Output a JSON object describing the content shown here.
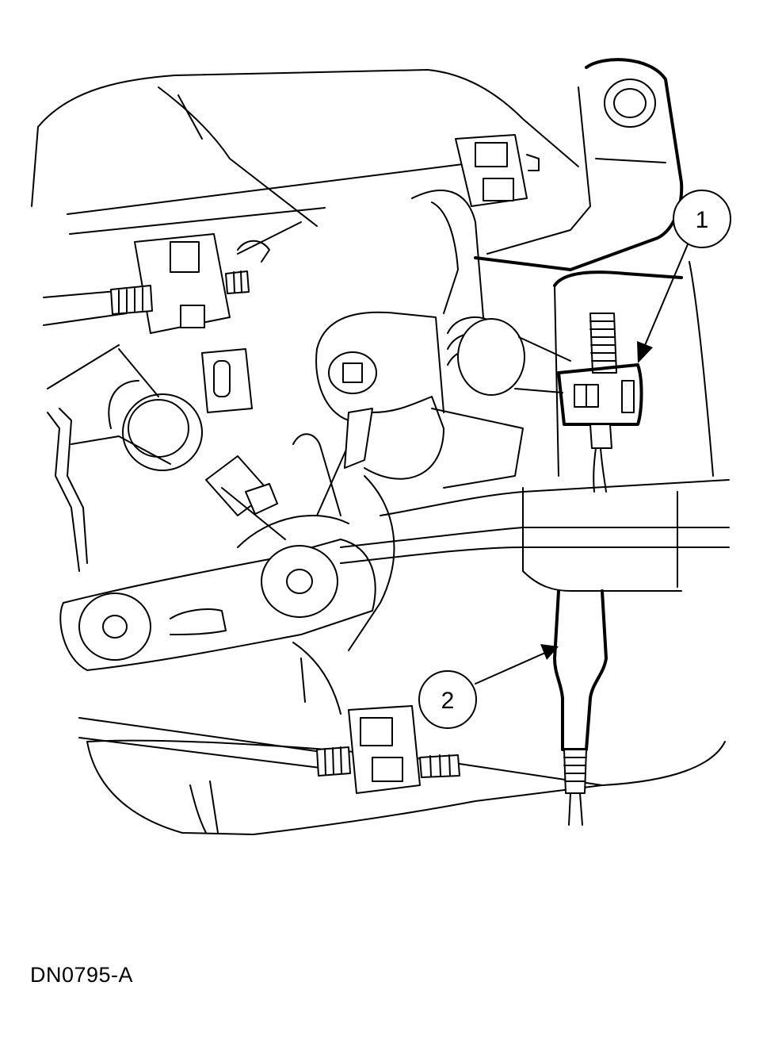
{
  "figure": {
    "id_label": "DN0795-A"
  },
  "callouts": [
    {
      "number": "1"
    },
    {
      "number": "2"
    }
  ],
  "colors": {
    "line": "#000000",
    "background": "#ffffff"
  }
}
